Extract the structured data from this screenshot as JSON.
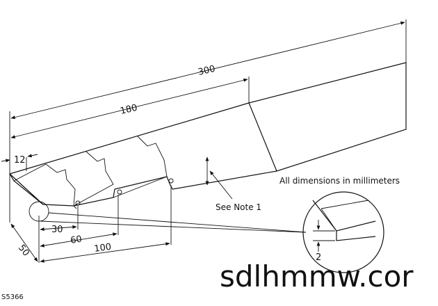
{
  "dimensions": {
    "total_length": "300",
    "mid_length": "180",
    "tip_width": "12",
    "step_30": "30",
    "step_60": "60",
    "step_100": "100",
    "base_width": "50",
    "detail_thickness": "2"
  },
  "notes": {
    "units": "All dimensions in millimeters",
    "see_note": "See Note 1"
  },
  "watermark": "sdlhmmw.cor",
  "figure_code": "S5366"
}
